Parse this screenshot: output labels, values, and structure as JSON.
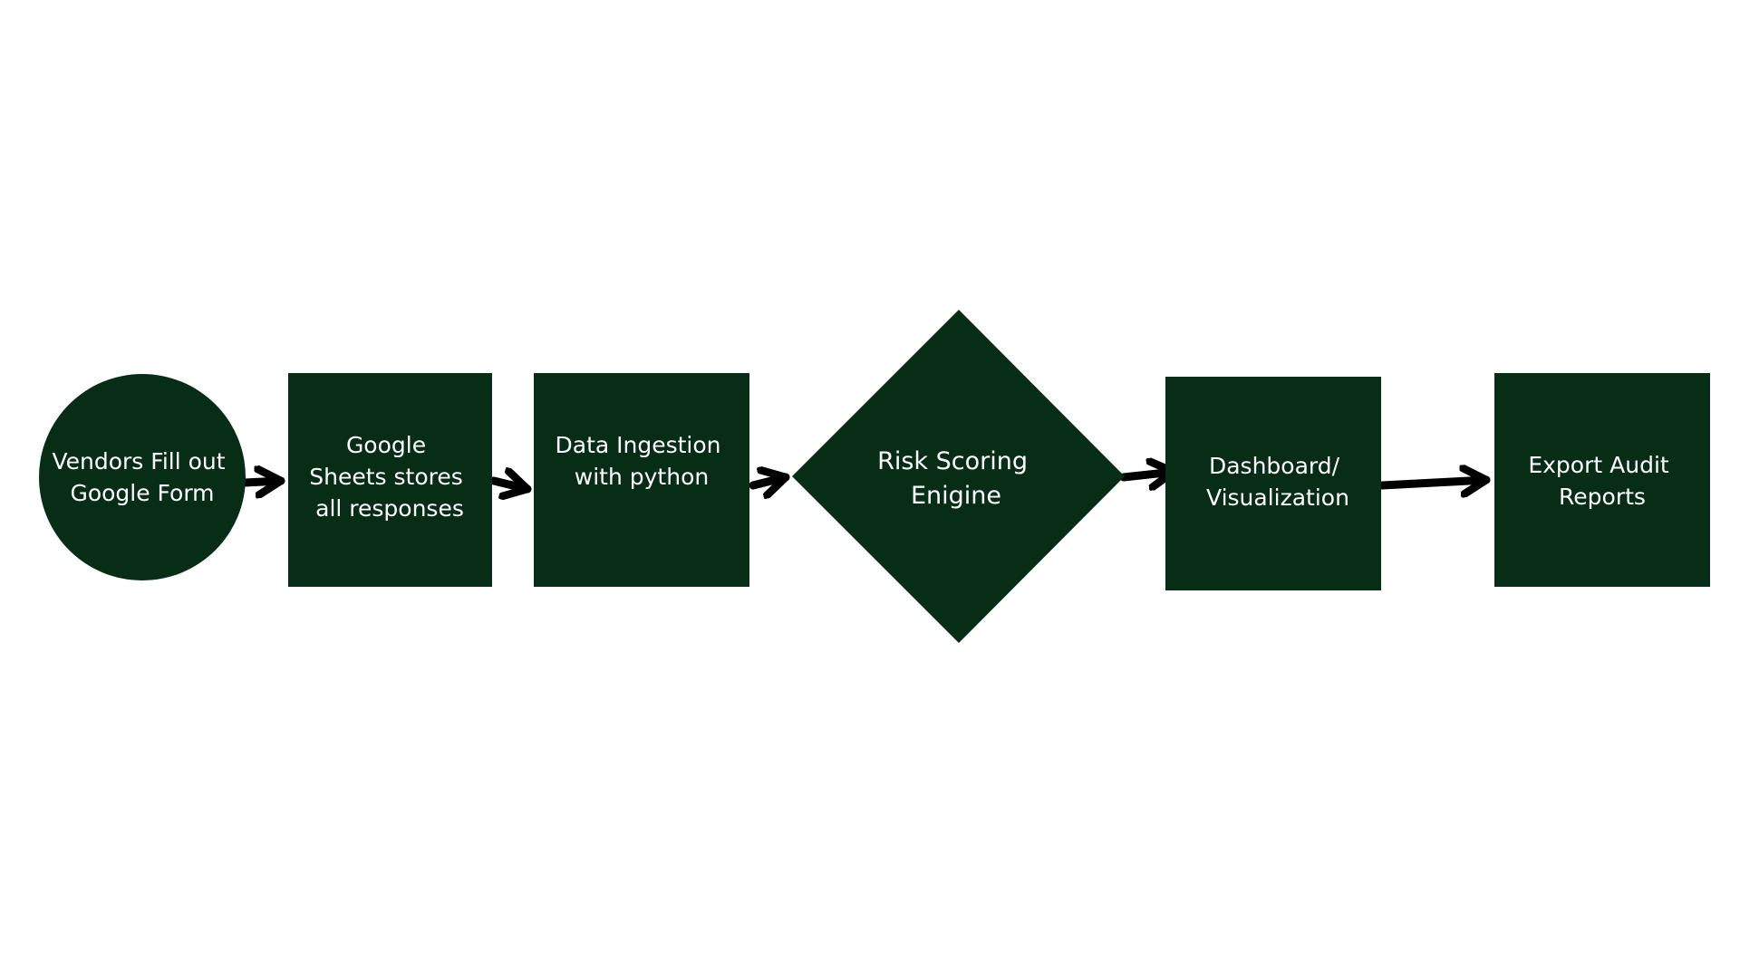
{
  "theme": {
    "node_fill": "#072d16",
    "label_color": "#ffffff",
    "arrow_color": "#000000",
    "background": "#ffffff"
  },
  "nodes": [
    {
      "id": "vendors-form",
      "shape": "circle",
      "lines": [
        "Vendors Fill out",
        "Google Form"
      ]
    },
    {
      "id": "google-sheets",
      "shape": "rectangle",
      "lines": [
        "Google",
        "Sheets stores",
        "all responses"
      ]
    },
    {
      "id": "data-ingestion",
      "shape": "rectangle",
      "lines": [
        "Data Ingestion",
        "with python"
      ]
    },
    {
      "id": "risk-scoring",
      "shape": "diamond",
      "lines": [
        "Risk Scoring",
        "Enigine"
      ]
    },
    {
      "id": "dashboard",
      "shape": "rectangle",
      "lines": [
        "Dashboard/",
        "Visualization"
      ]
    },
    {
      "id": "export-reports",
      "shape": "rectangle",
      "lines": [
        "Export Audit",
        "Reports"
      ]
    }
  ],
  "edges": [
    {
      "from": "vendors-form",
      "to": "google-sheets"
    },
    {
      "from": "google-sheets",
      "to": "data-ingestion"
    },
    {
      "from": "data-ingestion",
      "to": "risk-scoring"
    },
    {
      "from": "risk-scoring",
      "to": "dashboard"
    },
    {
      "from": "dashboard",
      "to": "export-reports"
    }
  ]
}
